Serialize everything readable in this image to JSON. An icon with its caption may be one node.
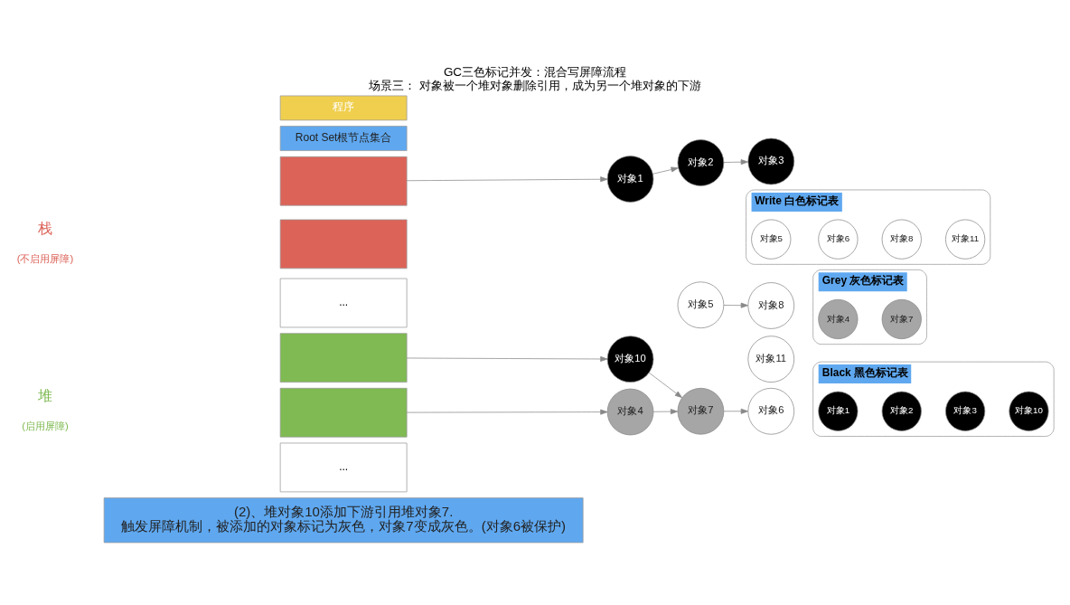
{
  "diagram": {
    "title": "GC三色标记并发：混合写屏障流程",
    "caption": "场景三： 对象被一个堆对象删除引用，成为另一个堆对象的下游",
    "nodes": [
      {
        "text": [
          "程序"
        ]
      },
      {
        "text": [
          "Root Set根节点集合"
        ]
      },
      {
        "text": [],
        "shape": "box"
      },
      {
        "text": [],
        "shape": "box"
      },
      {
        "text": [
          "..."
        ]
      },
      {
        "text": [],
        "shape": "box"
      },
      {
        "text": [],
        "shape": "box"
      },
      {
        "text": [
          "..."
        ]
      },
      {
        "text": [
          "对象1"
        ]
      },
      {
        "text": [
          "对象2"
        ]
      },
      {
        "text": [
          "对象3"
        ]
      },
      {
        "text": [
          "Write 白色标记表"
        ]
      },
      {
        "text": [
          "对象5"
        ],
        "in": 11
      },
      {
        "text": [
          "对象6"
        ],
        "in": 11
      },
      {
        "text": [
          "对象8"
        ],
        "in": 11
      },
      {
        "text": [
          "对象11"
        ],
        "in": 11
      },
      {
        "text": [
          "对象5"
        ]
      },
      {
        "text": [
          "对象8"
        ]
      },
      {
        "text": [
          "Grey 灰色标记表"
        ]
      },
      {
        "text": [
          "对象4"
        ],
        "in": 18
      },
      {
        "text": [
          "对象7"
        ],
        "in": 18
      },
      {
        "text": [
          "对象10"
        ]
      },
      {
        "text": [
          "对象11"
        ]
      },
      {
        "text": [
          "Black 黑色标记表"
        ]
      },
      {
        "text": [
          "对象1"
        ],
        "in": 23
      },
      {
        "text": [
          "对象2"
        ],
        "in": 23
      },
      {
        "text": [
          "对象3"
        ],
        "in": 23
      },
      {
        "text": [
          "对象10"
        ],
        "in": 23
      },
      {
        "text": [
          "对象4"
        ]
      },
      {
        "text": [
          "对象7"
        ]
      },
      {
        "text": [
          "对象6"
        ]
      },
      {
        "text": [
          "(2)、堆对象10添加下游引用堆对象7.",
          "触发屏障机制，被添加的对象标记为灰色，对象7变成灰色。(对象6被保护)"
        ]
      }
    ],
    "edges": [
      {
        "from": 2,
        "to": 8,
        "arrow": "to"
      },
      {
        "from": 8,
        "to": 9,
        "arrow": "to"
      },
      {
        "from": 9,
        "to": 10,
        "arrow": "to"
      },
      {
        "from": 16,
        "to": 17,
        "arrow": "to"
      },
      {
        "from": 5,
        "to": 21,
        "arrow": "to"
      },
      {
        "from": 21,
        "to": 29,
        "arrow": "to"
      },
      {
        "from": 6,
        "to": 28,
        "arrow": "to"
      },
      {
        "from": 28,
        "to": 29,
        "arrow": "to"
      },
      {
        "from": 29,
        "to": 30,
        "arrow": "to"
      }
    ],
    "labels": [
      "栈",
      "(不启用屏障)",
      "堆",
      "(启用屏障)"
    ]
  }
}
